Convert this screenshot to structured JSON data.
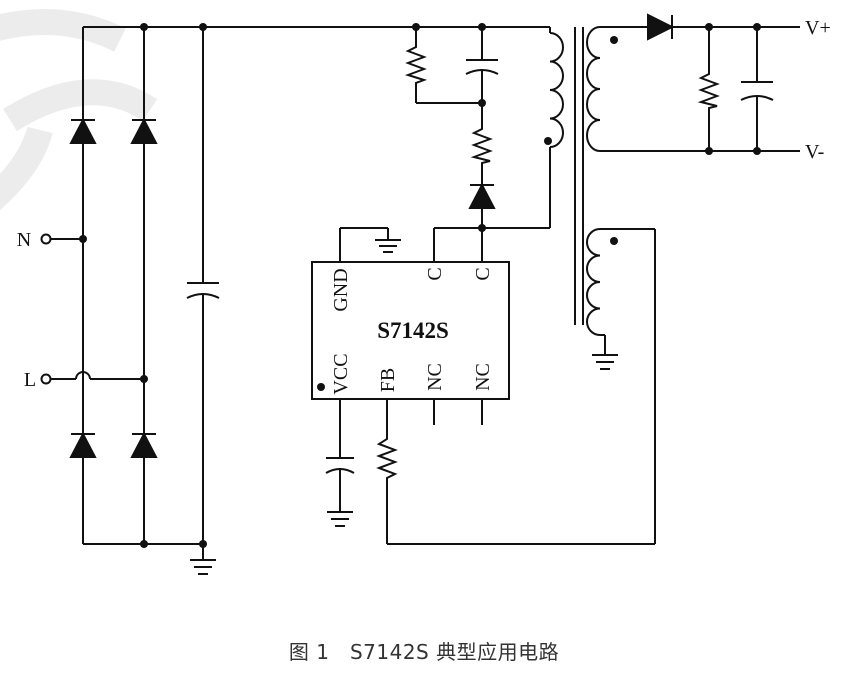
{
  "schematic": {
    "ic_name": "S7142S",
    "pins_top": [
      "GND",
      "C",
      "C"
    ],
    "pins_bottom": [
      "VCC",
      "FB",
      "NC",
      "NC"
    ],
    "inputs": [
      "N",
      "L"
    ],
    "outputs": [
      "V+",
      "V-"
    ]
  },
  "caption": "图 1　S7142S 典型应用电路",
  "colors": {
    "line": "#111111",
    "watermark": "#e6e6e6"
  }
}
